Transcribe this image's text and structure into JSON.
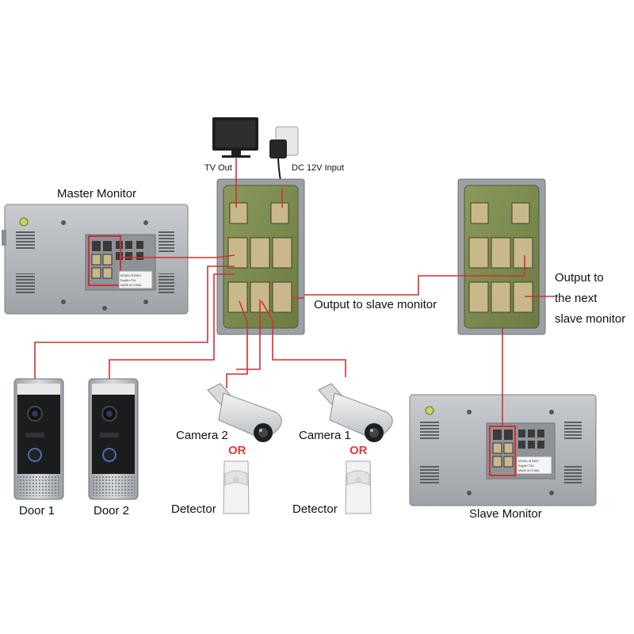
{
  "labels": {
    "tv_out": "TV Out",
    "dc_input": "DC 12V Input",
    "master_monitor": "Master Monitor",
    "slave_monitor": "Slave Monitor",
    "output_slave": "Output to slave monitor",
    "output_next_1": "Output to",
    "output_next_2": "the next",
    "output_next_3": "slave monitor",
    "door1": "Door 1",
    "door2": "Door 2",
    "camera2": "Camera 2",
    "camera1": "Camera 1",
    "or": "OR",
    "detector": "Detector"
  },
  "sticker": {
    "line1": "MODEL:M7065Y",
    "line2": "English: PAL",
    "line3": "MADE IN CHINA"
  },
  "colors": {
    "wire": "#d32f2f",
    "device_silver": "#a9adb2",
    "board": "#7d8e4e",
    "connector": "#c9b98a",
    "or_text": "#e53935"
  }
}
